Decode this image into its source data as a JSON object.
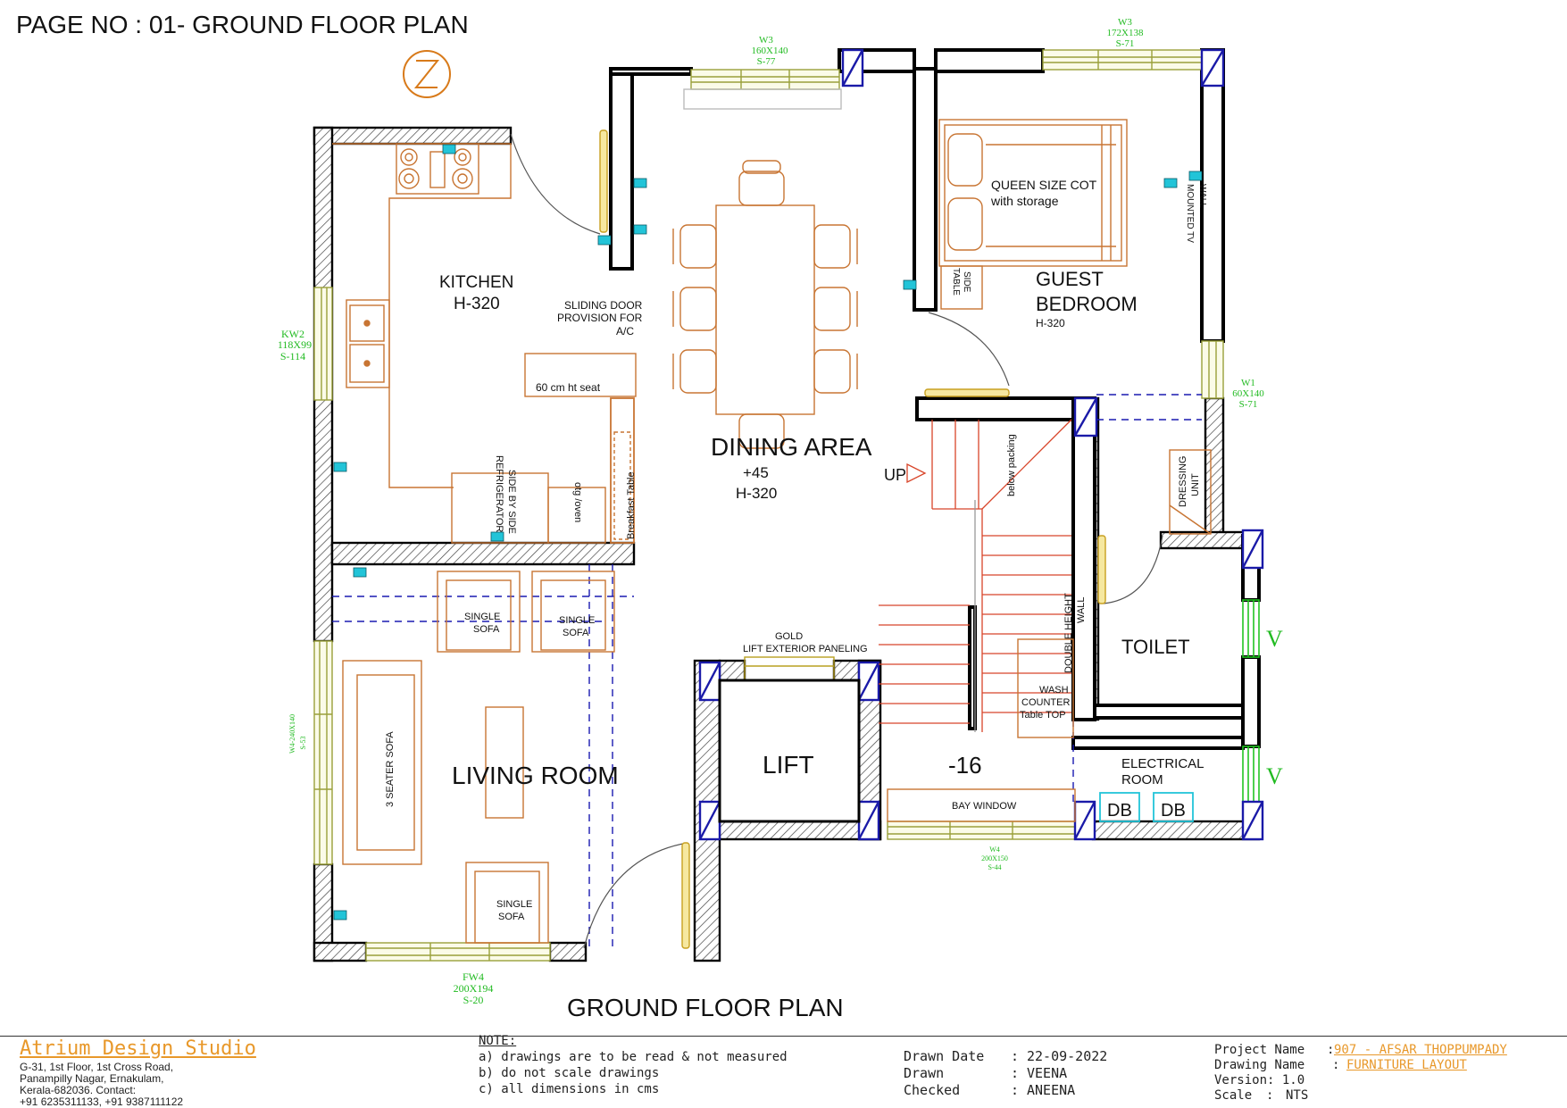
{
  "page_title": "PAGE NO : 01- GROUND  FLOOR PLAN",
  "plan_title": "GROUND FLOOR PLAN",
  "rooms": {
    "kitchen": "KITCHEN",
    "kitchen_h": "H-320",
    "dining": "DINING AREA",
    "dining_lvl": "+45",
    "dining_h": "H-320",
    "guest": "GUEST",
    "bedroom": "BEDROOM",
    "guest_h": "H-320",
    "toilet": "TOILET",
    "living": "LIVING ROOM",
    "lift": "LIFT",
    "level_minus": "-16",
    "electrical": "ELECTRICAL",
    "electrical_room": "ROOM"
  },
  "labels": {
    "sliding1": "SLIDING DOOR",
    "sliding2": "PROVISION  FOR",
    "sliding3": "A/C",
    "seat": "60 cm ht seat",
    "queen1": "QUEEN SIZE COT",
    "queen2": "with storage",
    "side_table1": "SIDE",
    "side_table2": "TABLE",
    "wall_tv1": "WALL",
    "wall_tv2": "MOUNTED TV",
    "fridge1": "SIDE BY SIDE",
    "fridge2": "REFRIGERATOR",
    "otg": "otg /oven",
    "breakfast": "Breakfast Table",
    "up": "UP",
    "below_packing": "below packing",
    "dressing1": "DRESSING",
    "dressing2": "UNIT",
    "double_height1": "DOUBLE HEIGHT",
    "double_height2": "WALL",
    "gold": "GOLD",
    "lift_panel": "LIFT EXTERIOR PANELING",
    "wash1": "WASH",
    "wash2": "COUNTER",
    "wash3": "Table TOP",
    "single_sofa": "SINGLE",
    "sofa": "SOFA",
    "three_seater": "3 SEATER SOFA",
    "bay_window": "BAY WINDOW",
    "db": "DB",
    "v": "V"
  },
  "windows": {
    "w3a": [
      "W3",
      "160X140",
      "S-77"
    ],
    "w3b": [
      "W3",
      "172X138",
      "S-71"
    ],
    "kw2": [
      "KW2",
      "118X99",
      "S-114"
    ],
    "w1": [
      "W1",
      "60X140",
      "S-71"
    ],
    "w4_side": [
      "W4-240X140",
      "S-53"
    ],
    "fw4": [
      "FW4",
      "200X194",
      "S-20"
    ],
    "w4_bay": [
      "W4",
      "200X150",
      "S-44"
    ]
  },
  "title_block": {
    "studio": "Atrium Design Studio",
    "address": [
      "G-31, 1st Floor, 1st Cross Road,",
      "Panampilly Nagar, Ernakulam,",
      "Kerala-682036. Contact:",
      "+91 6235311133, +91 9387111122"
    ],
    "note_title": "NOTE:",
    "notes": [
      "a) drawings are to be read & not measured",
      "b) do not scale drawings",
      "c) all dimensions in  cms"
    ],
    "drawn_date_label": "Drawn Date",
    "drawn_date": "22-09-2022",
    "drawn_label": "Drawn",
    "drawn": "VEENA",
    "checked_label": "Checked",
    "checked": "ANEENA",
    "project_label": "Project Name",
    "project": "907 - AFSAR THOPPUMPADY",
    "drawing_label": "Drawing Name",
    "drawing": "FURNITURE LAYOUT",
    "version": "Version: 1.0",
    "scale_label": "Scale",
    "scale": "NTS"
  },
  "colors": {
    "wall": "#000000",
    "furniture": "#c87533",
    "window": "#9aa03a",
    "window_text": "#22bb22",
    "column": "#1a1aa8",
    "socket": "#22c4d8",
    "stair": "#d8452a",
    "studio_text": "#e8982a"
  }
}
